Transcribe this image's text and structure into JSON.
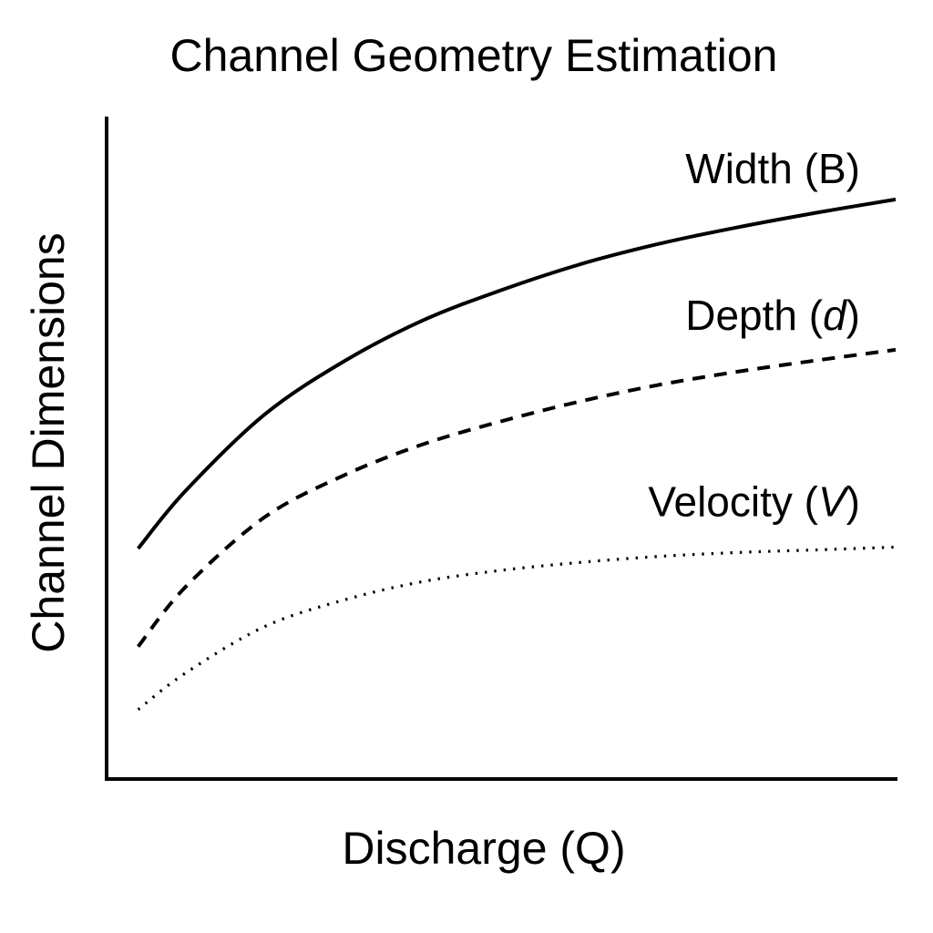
{
  "chart_data": {
    "type": "line",
    "title": "Channel Geometry Estimation",
    "xlabel": "Discharge (Q)",
    "ylabel": "Channel Dimensions",
    "xlim": [
      0,
      10
    ],
    "ylim": [
      0,
      10
    ],
    "grid": false,
    "legend": "inline-labels",
    "x": [
      0.4,
      1.0,
      2.0,
      3.0,
      4.0,
      5.0,
      6.0,
      7.0,
      8.0,
      9.0,
      10.0
    ],
    "series": [
      {
        "name": "Width (B)",
        "label_prefix": "Width (",
        "label_symbol": "B",
        "label_suffix": ")",
        "style": "solid",
        "values": [
          3.48,
          4.35,
          5.5,
          6.3,
          6.92,
          7.38,
          7.77,
          8.08,
          8.33,
          8.55,
          8.75
        ]
      },
      {
        "name": "Depth (d)",
        "label_prefix": "Depth (",
        "label_symbol": "d",
        "label_suffix": ")",
        "style": "dashed",
        "values": [
          2.0,
          2.9,
          3.95,
          4.58,
          5.05,
          5.4,
          5.7,
          5.95,
          6.15,
          6.32,
          6.48
        ]
      },
      {
        "name": "Velocity (V)",
        "label_prefix": "Velocity (",
        "label_symbol": "V",
        "label_suffix": ")",
        "style": "dotted",
        "values": [
          1.05,
          1.6,
          2.3,
          2.7,
          2.98,
          3.15,
          3.27,
          3.36,
          3.42,
          3.46,
          3.5
        ]
      }
    ]
  }
}
